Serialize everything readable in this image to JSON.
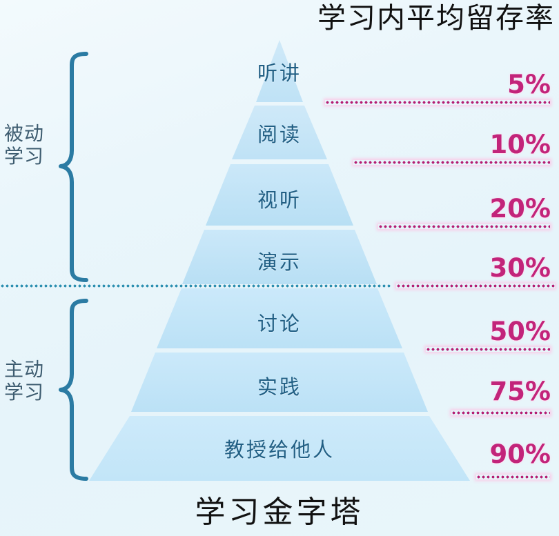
{
  "title": "学习内平均留存率",
  "caption": "学习金字塔",
  "colors": {
    "pyramid_fill_light": "#d7edf9",
    "pyramid_fill_mid": "#bfe3f6",
    "pyramid_fill_dark": "#aedbf3",
    "label_text": "#215f84",
    "percent_text": "#c2247a",
    "leader_dots": "#b51e74",
    "divider_dots_teal": "#2c8fb0",
    "bracket_stroke": "#2b7ba3",
    "background": "#eaf6fb"
  },
  "groups": [
    {
      "id": "passive",
      "label": "被动\n学习"
    },
    {
      "id": "active",
      "label": "主动\n学习"
    }
  ],
  "chart_data": {
    "type": "pyramid",
    "title": "学习内平均留存率",
    "subtitle": "学习金字塔",
    "xlabel": "",
    "ylabel": "平均留存率",
    "categories": [
      "听讲",
      "阅读",
      "视听",
      "演示",
      "讨论",
      "实践",
      "教授给他人"
    ],
    "values": [
      5,
      10,
      20,
      30,
      50,
      75,
      90
    ],
    "value_labels": [
      "5%",
      "10%",
      "20%",
      "30%",
      "50%",
      "75%",
      "90%"
    ],
    "unit": "%",
    "groups": {
      "被动学习": [
        "听讲",
        "阅读",
        "视听",
        "演示"
      ],
      "主动学习": [
        "讨论",
        "实践",
        "教授给他人"
      ]
    },
    "levels": [
      {
        "name": "听讲",
        "value": 5,
        "label": "5%",
        "group": "被动学习"
      },
      {
        "name": "阅读",
        "value": 10,
        "label": "10%",
        "group": "被动学习"
      },
      {
        "name": "视听",
        "value": 20,
        "label": "20%",
        "group": "被动学习"
      },
      {
        "name": "演示",
        "value": 30,
        "label": "30%",
        "group": "被动学习"
      },
      {
        "name": "讨论",
        "value": 50,
        "label": "50%",
        "group": "主动学习"
      },
      {
        "name": "实践",
        "value": 75,
        "label": "75%",
        "group": "主动学习"
      },
      {
        "name": "教授给他人",
        "value": 90,
        "label": "90%",
        "group": "主动学习"
      }
    ],
    "legend": [],
    "grid": false
  }
}
